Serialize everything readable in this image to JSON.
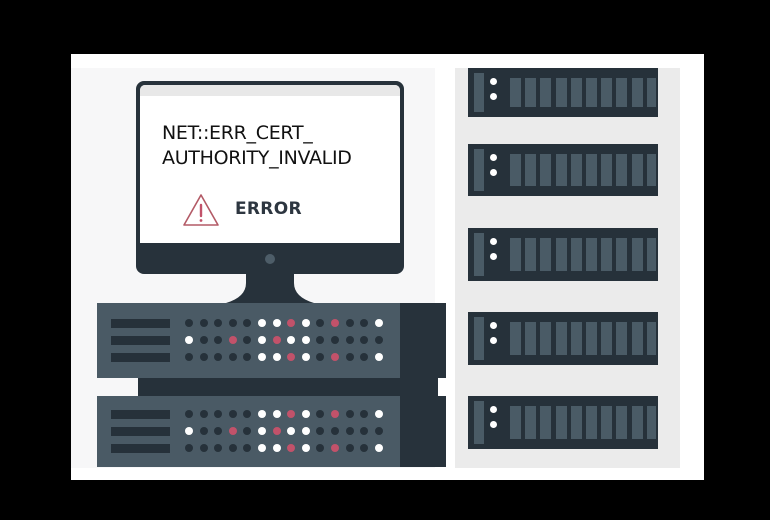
{
  "illustration": {
    "description": "Certificate error illustration: monitor showing SSL error above stacked servers, with server rack on the right",
    "monitor": {
      "error_code_lines": [
        "NET::ERR_CERT_",
        "AUTHORITY_INVALID"
      ],
      "error_label": "ERROR",
      "icon": "warning-triangle-icon"
    },
    "stacked_servers": {
      "units": [
        {
          "led_rows": [
            [
              "off",
              "off",
              "off",
              "off",
              "off",
              "on",
              "on",
              "err",
              "on",
              "off",
              "err",
              "off",
              "off",
              "on"
            ],
            [
              "on",
              "off",
              "off",
              "err",
              "off",
              "on",
              "err",
              "on",
              "on",
              "off",
              "off",
              "off",
              "off",
              "off"
            ],
            [
              "off",
              "off",
              "off",
              "off",
              "off",
              "on",
              "on",
              "err",
              "on",
              "off",
              "err",
              "off",
              "off",
              "on"
            ]
          ]
        },
        {
          "led_rows": [
            [
              "off",
              "off",
              "off",
              "off",
              "off",
              "on",
              "on",
              "err",
              "on",
              "off",
              "err",
              "off",
              "off",
              "on"
            ],
            [
              "on",
              "off",
              "off",
              "err",
              "off",
              "on",
              "err",
              "on",
              "on",
              "off",
              "off",
              "off",
              "off",
              "off"
            ],
            [
              "off",
              "off",
              "off",
              "off",
              "off",
              "on",
              "on",
              "err",
              "on",
              "off",
              "err",
              "off",
              "off",
              "on"
            ]
          ]
        }
      ]
    },
    "rack": {
      "unit_count": 5,
      "drives_per_unit": 10,
      "leds_per_unit": 2
    },
    "colors": {
      "background": "#000000",
      "canvas": "#ffffff",
      "dark": "#27323b",
      "slate": "#4a5a65",
      "led_on": "#ffffff",
      "led_error": "#c2526a",
      "warning_stroke": "#b35a66",
      "panel_grey": "#ebebeb"
    }
  }
}
